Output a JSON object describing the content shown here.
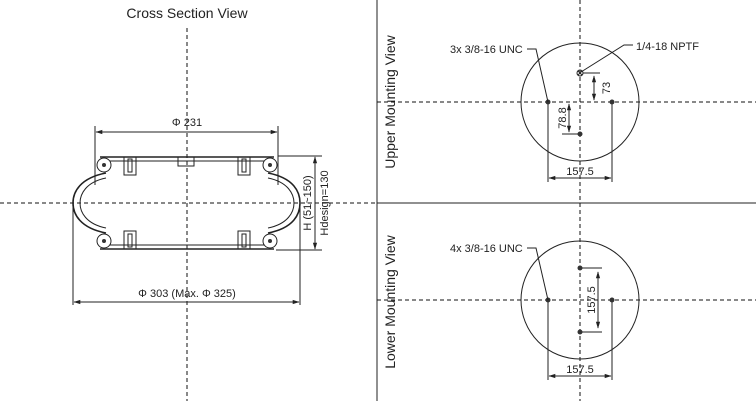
{
  "cross_section": {
    "title": "Cross Section View",
    "dim_top_diameter": "Φ 231",
    "dim_outer_diameter": "Φ 303 (Max. Φ 325)",
    "dim_height_range": "H (51~150)",
    "dim_design_height": "Hdesign=130"
  },
  "upper_mounting": {
    "title": "Upper Mounting View",
    "thread_label": "3x 3/8-16 UNC",
    "port_label": "1/4-18 NPTF",
    "dim_horizontal": "157.5",
    "dim_offset_down": "78.8",
    "dim_offset_up": "73"
  },
  "lower_mounting": {
    "title": "Lower Mounting View",
    "thread_label": "4x 3/8-16 UNC",
    "dim_vertical": "157.5",
    "dim_horizontal": "157.5"
  }
}
